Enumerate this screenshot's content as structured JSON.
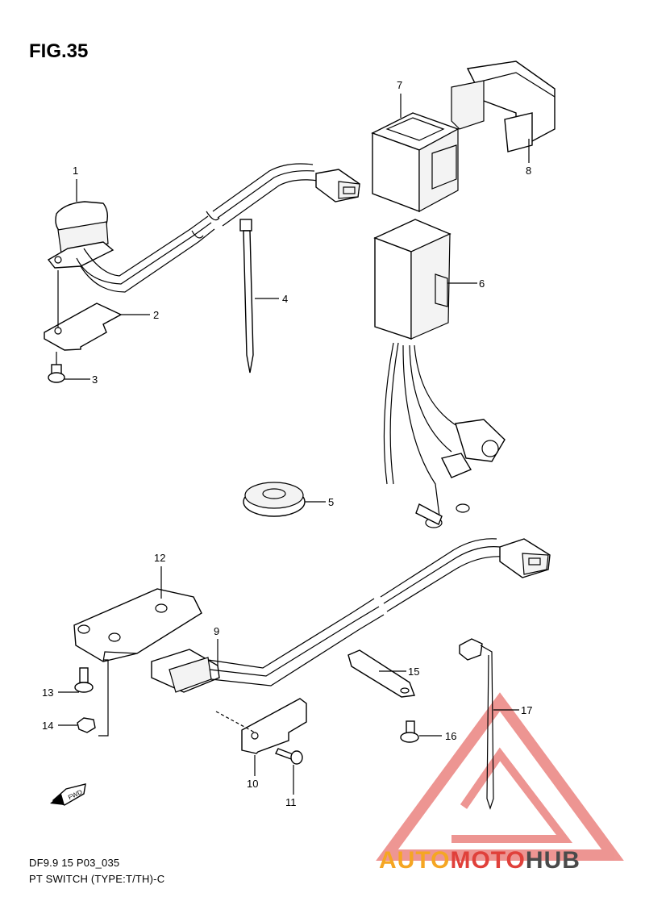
{
  "figure": {
    "title": "FIG.35",
    "code": "DF9.9 15 P03_035",
    "name": "PT SWITCH (TYPE:T/TH)-C"
  },
  "fwd_label": "FWD",
  "callouts": [
    "1",
    "2",
    "3",
    "4",
    "5",
    "6",
    "7",
    "8",
    "9",
    "10",
    "11",
    "12",
    "13",
    "14",
    "15",
    "16",
    "17"
  ],
  "watermark": {
    "part1": "AUTO",
    "part2": "MOTO",
    "part3": "HUB",
    "colors": {
      "auto": "#f5a623",
      "moto": "#e0403a",
      "hub": "#4a4a4a",
      "triangle": "#e0403a"
    }
  }
}
